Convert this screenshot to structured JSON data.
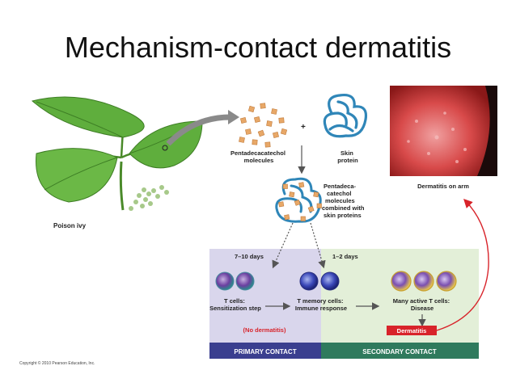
{
  "slide": {
    "title": "Mechanism-contact dermatitis",
    "copyright": "Copyright © 2010 Pearson Education, Inc."
  },
  "labels": {
    "poison_ivy": "Poison ivy",
    "molecules": [
      "Pentadecacatechol",
      "molecules"
    ],
    "plus": "+",
    "skin_protein": [
      "Skin",
      "protein"
    ],
    "combined": [
      "Pentadeca-",
      "catechol",
      "molecules",
      "combined with",
      "skin proteins"
    ],
    "dermatitis_on_arm": "Dermatitis on arm",
    "days_primary": "7–10 days",
    "days_secondary": "1–2 days",
    "t_cells": [
      "T cells:",
      "Sensitization step"
    ],
    "t_memory": [
      "T memory cells:",
      "Immune response"
    ],
    "active_t": [
      "Many active T cells:",
      "Disease"
    ],
    "no_dermatitis": "(No dermatitis)",
    "dermatitis_badge": "Dermatitis",
    "primary_contact": "PRIMARY CONTACT",
    "secondary_contact": "SECONDARY CONTACT"
  },
  "colors": {
    "primary_bg": "#d9d6ec",
    "secondary_bg": "#e3efd8",
    "primary_bar": "#3a3f8f",
    "secondary_bar": "#2f7a5d",
    "leaf": "#5fae3d",
    "molecule": "#e8a868",
    "protein": "#2f86b8",
    "red": "#d8232a"
  }
}
